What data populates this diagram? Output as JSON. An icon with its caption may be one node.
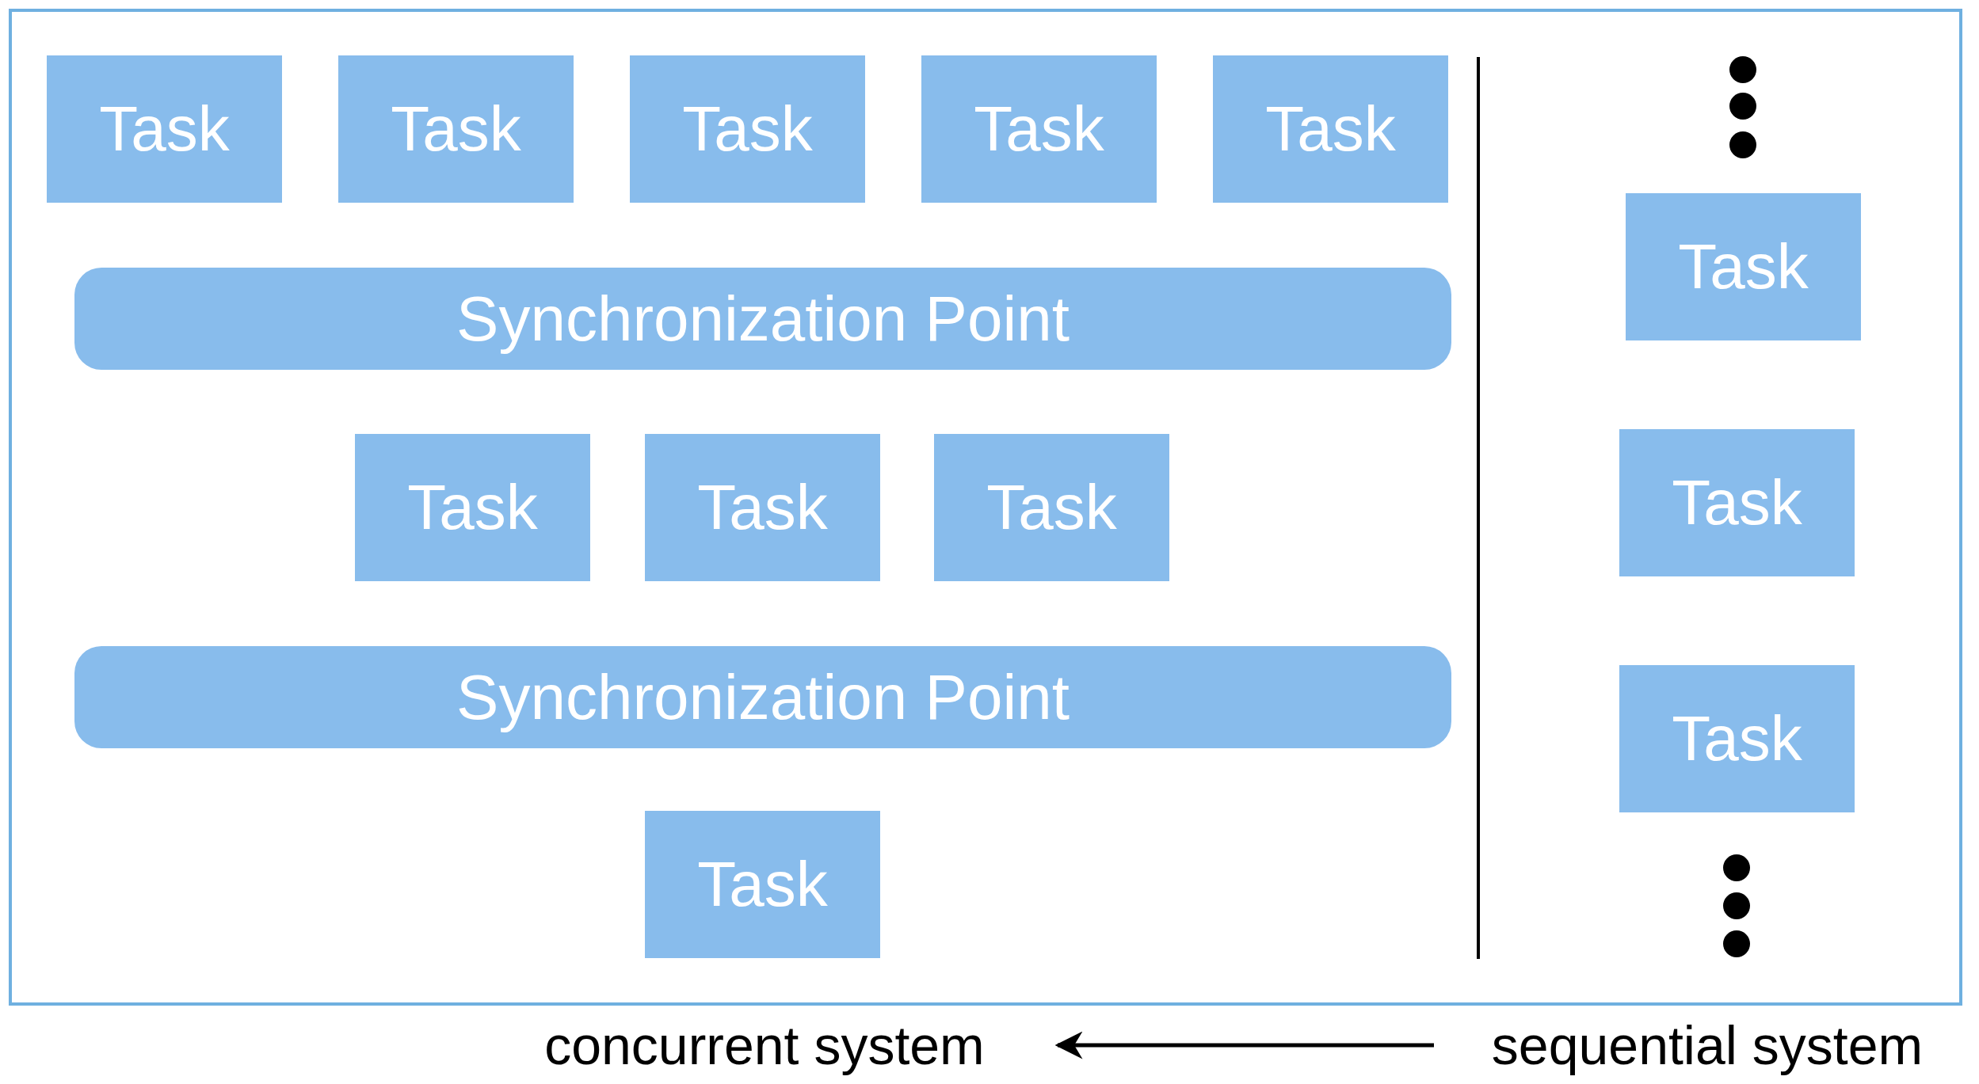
{
  "diagram": {
    "nodes": [
      {
        "text": [
          "Task"
        ]
      },
      {
        "text": [
          "Task"
        ]
      },
      {
        "text": [
          "Task"
        ]
      },
      {
        "text": [
          "Task"
        ]
      },
      {
        "text": [
          "Task"
        ]
      },
      {
        "text": [
          "Synchronization Point"
        ]
      },
      {
        "text": [
          "Task"
        ]
      },
      {
        "text": [
          "Task"
        ]
      },
      {
        "text": [
          "Task"
        ]
      },
      {
        "text": [
          "Synchronization Point"
        ]
      },
      {
        "text": [
          "Task"
        ]
      },
      {
        "text": [
          "Task"
        ]
      },
      {
        "text": [
          "Task"
        ]
      },
      {
        "text": [
          "Task"
        ]
      },
      {
        "text": [
          "concurrent system"
        ]
      },
      {
        "text": [
          "sequential system"
        ]
      }
    ],
    "edges": [
      {
        "from": 15,
        "to": 14,
        "arrow": "to"
      }
    ]
  }
}
